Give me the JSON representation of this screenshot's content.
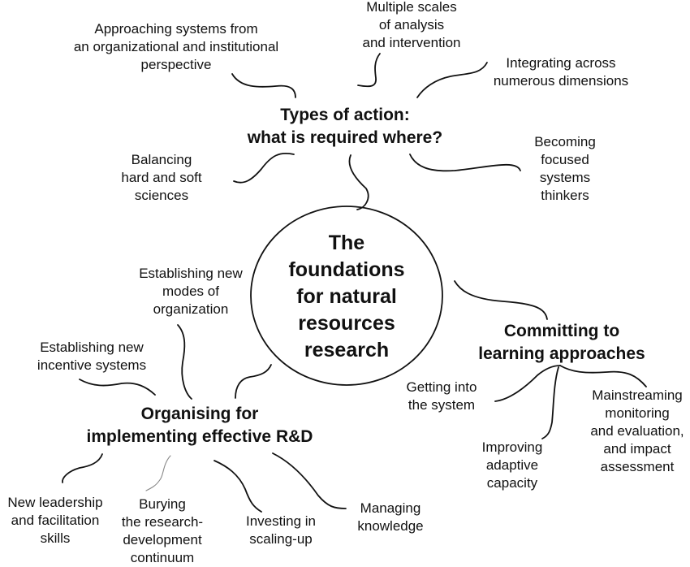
{
  "center": {
    "lines": [
      "The",
      "foundations",
      "for natural",
      "resources",
      "research"
    ]
  },
  "hubs": {
    "types_of_action": {
      "lines": [
        "Types of action:",
        "what is required where?"
      ],
      "leaves": {
        "approaching": [
          "Approaching systems from",
          "an organizational and institutional",
          "perspective"
        ],
        "multiple_scales": [
          "Multiple scales",
          "of analysis",
          "and intervention"
        ],
        "integrating": [
          "Integrating across",
          "numerous dimensions"
        ],
        "balancing": [
          "Balancing",
          "hard and soft",
          "sciences"
        ],
        "becoming": [
          "Becoming",
          "focused",
          "systems",
          "thinkers"
        ]
      }
    },
    "committing": {
      "lines": [
        "Committing to",
        "learning approaches"
      ],
      "leaves": {
        "getting_into": [
          "Getting into",
          "the system"
        ],
        "improving": [
          "Improving",
          "adaptive",
          "capacity"
        ],
        "mainstreaming": [
          "Mainstreaming",
          "monitoring",
          "and evaluation,",
          "and impact",
          "assessment"
        ]
      }
    },
    "organising": {
      "lines": [
        "Organising for",
        "implementing effective R&D"
      ],
      "leaves": {
        "modes": [
          "Establishing new",
          "modes of",
          "organization"
        ],
        "incentive": [
          "Establishing new",
          "incentive systems"
        ],
        "leadership": [
          "New leadership",
          "and facilitation",
          "skills"
        ],
        "burying": [
          "Burying",
          "the research-",
          "development",
          "continuum"
        ],
        "investing": [
          "Investing in",
          "scaling-up"
        ],
        "managing": [
          "Managing",
          "knowledge"
        ]
      }
    }
  },
  "colors": {
    "ink": "#111111",
    "background": "#ffffff"
  }
}
